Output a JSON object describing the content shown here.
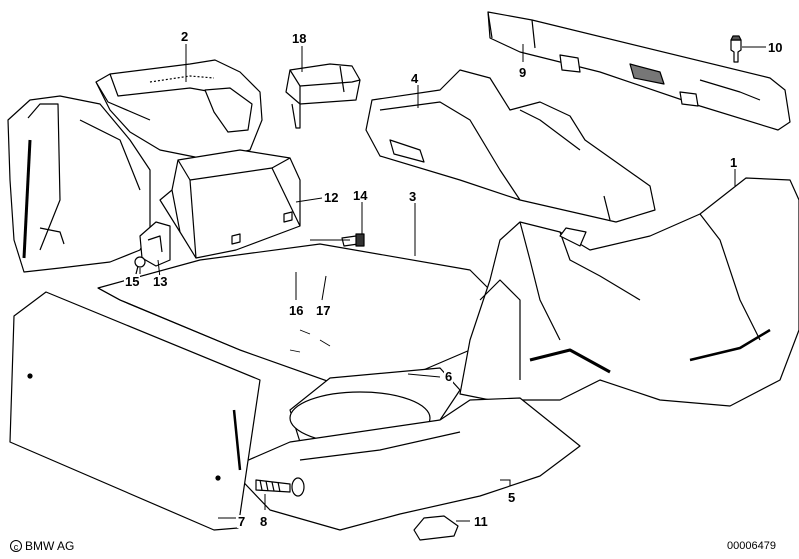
{
  "diagram": {
    "callouts": [
      {
        "id": "p1",
        "label": "1"
      },
      {
        "id": "p2",
        "label": "2"
      },
      {
        "id": "p3",
        "label": "3"
      },
      {
        "id": "p4",
        "label": "4"
      },
      {
        "id": "p5",
        "label": "5"
      },
      {
        "id": "p6",
        "label": "6"
      },
      {
        "id": "p7",
        "label": "7"
      },
      {
        "id": "p8",
        "label": "8"
      },
      {
        "id": "p9",
        "label": "9"
      },
      {
        "id": "p10",
        "label": "10"
      },
      {
        "id": "p11",
        "label": "11"
      },
      {
        "id": "p12",
        "label": "12"
      },
      {
        "id": "p13",
        "label": "13"
      },
      {
        "id": "p14",
        "label": "14"
      },
      {
        "id": "p15",
        "label": "15"
      },
      {
        "id": "p16",
        "label": "16"
      },
      {
        "id": "p17",
        "label": "17"
      },
      {
        "id": "p18",
        "label": "18"
      }
    ]
  },
  "footer": {
    "copyright_symbol": "c",
    "brand": "BMW AG",
    "drawing_number": "00006479"
  }
}
